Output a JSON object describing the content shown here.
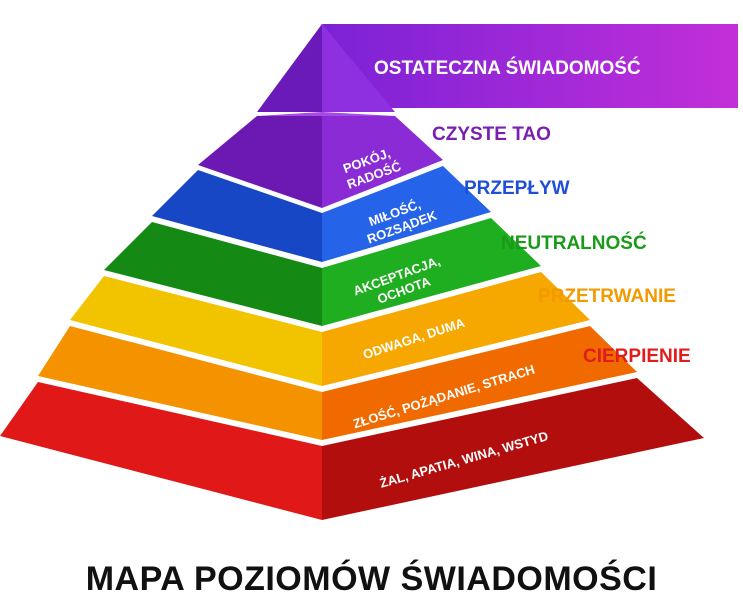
{
  "title": "MAPA POZIOMÓW ŚWIADOMOŚCI",
  "banner": "OSTATECZNA ŚWIADOMOŚĆ",
  "levels": [
    {
      "face_lines": [
        "POKÓJ,",
        "RADOŚĆ"
      ],
      "side": "CZYSTE TAO",
      "side_color": "#7a1fb0"
    },
    {
      "face_lines": [
        "MIŁOŚĆ,",
        "ROZSĄDEK"
      ],
      "side": "PRZEPŁYW",
      "side_color": "#1f4fd8"
    },
    {
      "face_lines": [
        "AKCEPTACJA,",
        "OCHOTA"
      ],
      "side": "NEUTRALNOŚĆ",
      "side_color": "#1a9a1a"
    },
    {
      "face_lines": [
        "ODWAGA, DUMA"
      ],
      "side": "PRZETRWANIE",
      "side_color": "#f39a00"
    },
    {
      "face_lines": [
        "ZŁOŚĆ, POŻĄDANIE, STRACH"
      ],
      "side": "CIERPIENIE",
      "side_color": "#e01c1c"
    },
    {
      "face_lines": [
        "ŻAL, APATIA, WINA, WSTYD"
      ],
      "side": "",
      "side_color": "#c81414"
    }
  ],
  "colors": {
    "apex": "#8a2be2",
    "banner": "#b02ad8",
    "title": "#111111"
  }
}
